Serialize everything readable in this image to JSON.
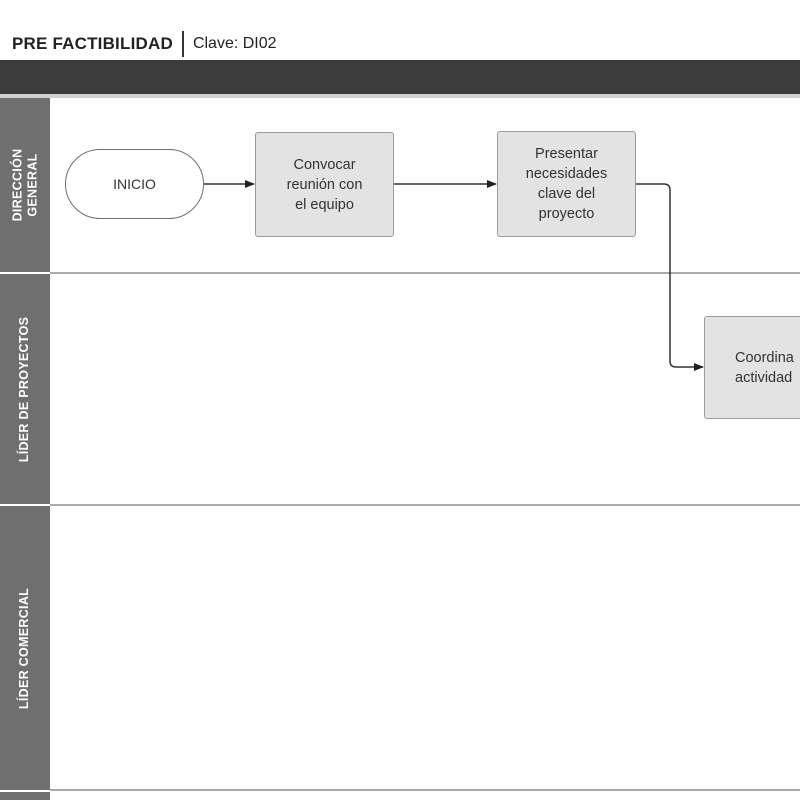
{
  "header": {
    "title": "PRE FACTIBILIDAD",
    "key": "Clave: DI02"
  },
  "lanes": [
    {
      "label": "DIRECCIÓN\nGENERAL"
    },
    {
      "label": "LÍDER DE PROYECTOS"
    },
    {
      "label": "LÍDER COMERCIAL"
    }
  ],
  "nodes": {
    "start": {
      "text": "INICIO"
    },
    "convene": {
      "text": "Convocar\nreunión con\nel equipo"
    },
    "present": {
      "text": "Presentar\nnecesidades\nclave del\nproyecto"
    },
    "coordinate": {
      "text": "Coordina\nactividad"
    }
  },
  "colors": {
    "header_band": "#3c3c3c",
    "lane_label": "#6f6f6f",
    "node_fill": "#e3e3e3",
    "connector": "#333333"
  }
}
